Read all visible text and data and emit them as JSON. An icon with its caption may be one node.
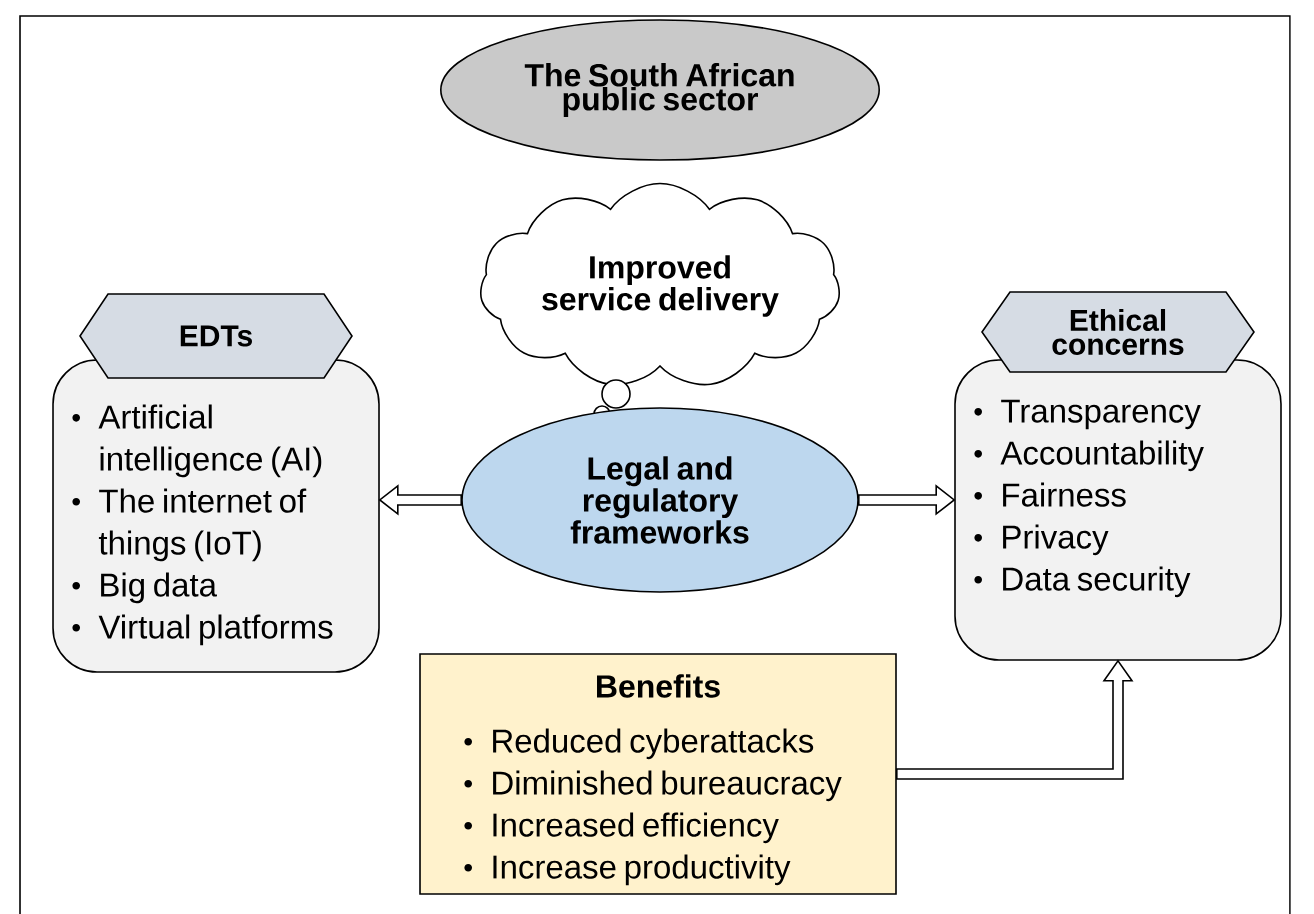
{
  "diagram": {
    "nodes": [
      {
        "text": [
          "The South African public sector"
        ]
      },
      {
        "text": [
          "Improved service delivery"
        ]
      },
      {
        "text": [
          "Legal and regulatory frameworks"
        ]
      },
      {
        "text": [
          "EDTs",
          "Artificial intelligence (AI)",
          "The internet of things (IoT)",
          "Big data",
          "Virtual platforms"
        ]
      },
      {
        "text": [
          "Ethical concerns",
          "Transparency",
          "Accountability",
          "Fairness",
          "Privacy",
          "Data security"
        ]
      },
      {
        "text": [
          "Benefits",
          "Reduced cyberattacks",
          "Diminished bureaucracy",
          "Increased efficiency",
          "Increase productivity"
        ]
      }
    ],
    "edges": [
      {
        "from": 2,
        "to": 3,
        "arrow": "to"
      },
      {
        "from": 2,
        "to": 4,
        "arrow": "to"
      },
      {
        "from": 5,
        "to": 4,
        "arrow": "to"
      }
    ]
  }
}
